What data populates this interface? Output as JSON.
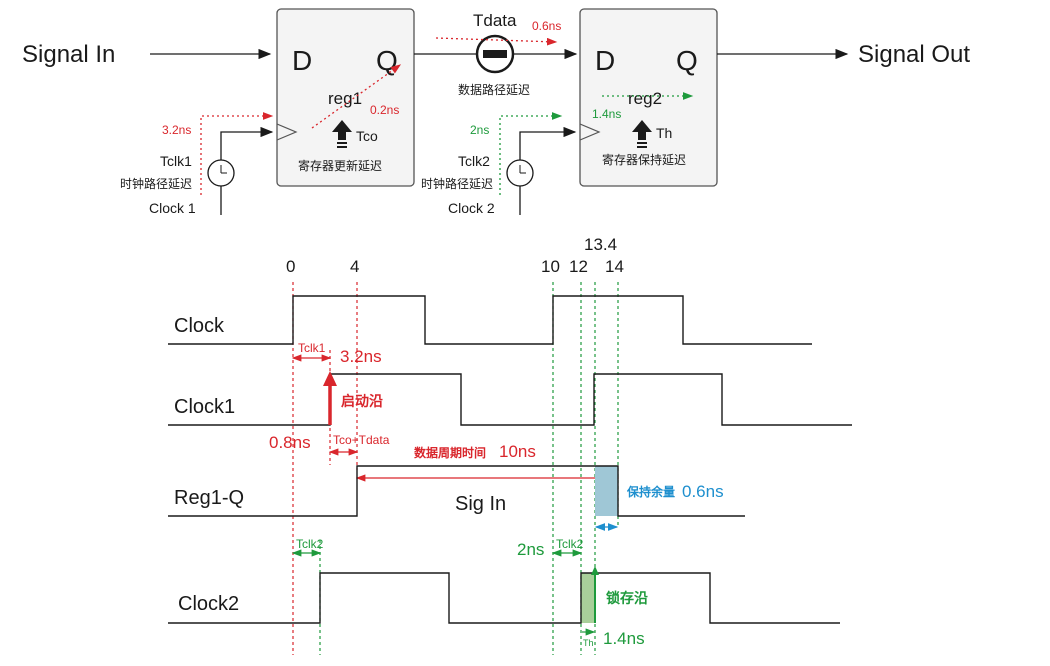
{
  "colors": {
    "red": "#d9262c",
    "green": "#1e9a3c",
    "blue": "#1e8fce",
    "black": "#1a1a1a",
    "hold_fill": "#9fc7d6",
    "th_fill": "#a9cf9a"
  },
  "circuit": {
    "signal_in": "Signal In",
    "signal_out": "Signal Out",
    "reg1": {
      "d": "D",
      "q": "Q",
      "name": "reg1",
      "tco_value": "0.2ns",
      "tco_label": "Tco",
      "caption": "寄存器更新延迟"
    },
    "reg2": {
      "d": "D",
      "q": "Q",
      "name": "reg2",
      "th_value": "1.4ns",
      "th_label": "Th",
      "caption": "寄存器保持延迟"
    },
    "data_path": {
      "label": "Tdata",
      "value": "0.6ns",
      "caption": "数据路径延迟"
    },
    "clock1": {
      "delay_value": "3.2ns",
      "tclk_label": "Tclk1",
      "caption": "时钟路径延迟",
      "name": "Clock 1"
    },
    "clock2": {
      "delay_value": "2ns",
      "tclk_label": "Tclk2",
      "caption": "时钟路径延迟",
      "name": "Clock 2"
    }
  },
  "timing": {
    "ticks": [
      "0",
      "4",
      "10",
      "12",
      "13.4",
      "14"
    ],
    "rows": {
      "clock": "Clock",
      "clock1": "Clock1",
      "reg1q": "Reg1-Q",
      "clock2": "Clock2"
    },
    "annotations": {
      "tclk1": "Tclk1",
      "tclk1_value": "3.2ns",
      "launch_edge": "启动沿",
      "offset_value": "0.8ns",
      "tco_tdata": "Tco+Tdata",
      "data_period_label": "数据周期时间",
      "data_period_value": "10ns",
      "sig_in": "Sig In",
      "hold_margin_label": "保持余量",
      "hold_margin_value": "0.6ns",
      "tclk2_a": "Tclk2",
      "tclk2_b": "Tclk2",
      "tclk2_value": "2ns",
      "latch_edge": "锁存沿",
      "th": "Th",
      "th_value": "1.4ns"
    }
  }
}
